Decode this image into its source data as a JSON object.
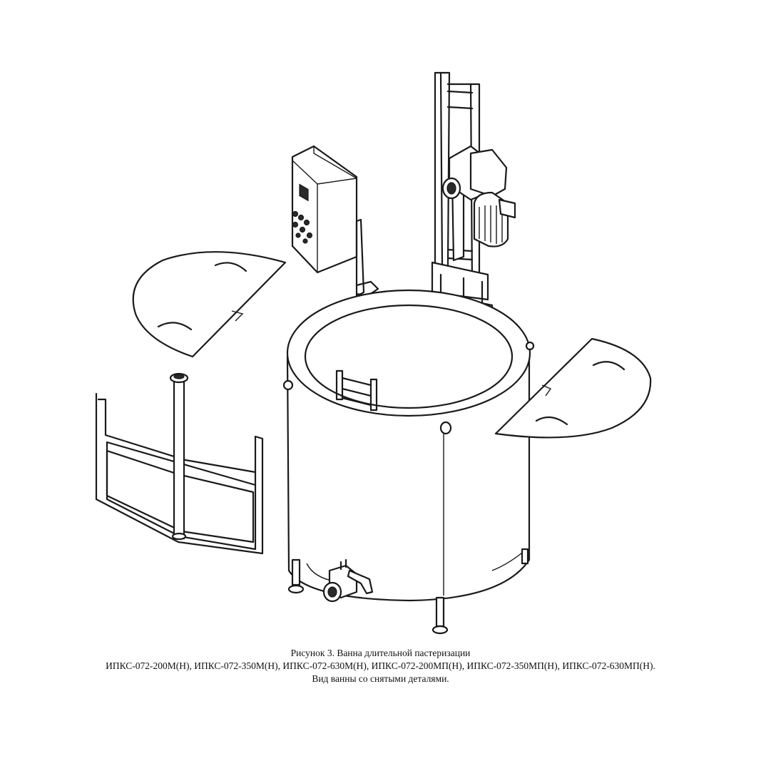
{
  "caption": {
    "line1": "Рисунок 3. Ванна длительной пастеризации",
    "line2": "ИПКС-072-200М(Н), ИПКС-072-350М(Н), ИПКС-072-630М(Н), ИПКС-072-200МП(Н), ИПКС-072-350МП(Н), ИПКС-072-630МП(Н).",
    "line3": "Вид ванны со  снятыми деталями."
  }
}
